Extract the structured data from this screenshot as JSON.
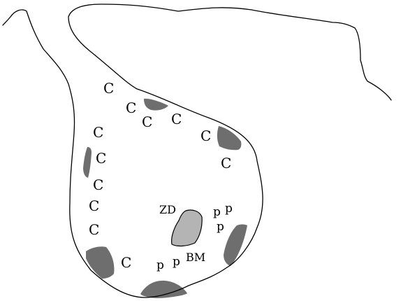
{
  "diagram": {
    "colors": {
      "outline": "#000000",
      "dark_patch": "#6e6e6e",
      "zd_patch": "#b4b4b4",
      "background": "#ffffff"
    },
    "labels": {
      "c": "C",
      "p": "p",
      "zd": "ZD",
      "bm": "BM"
    }
  }
}
